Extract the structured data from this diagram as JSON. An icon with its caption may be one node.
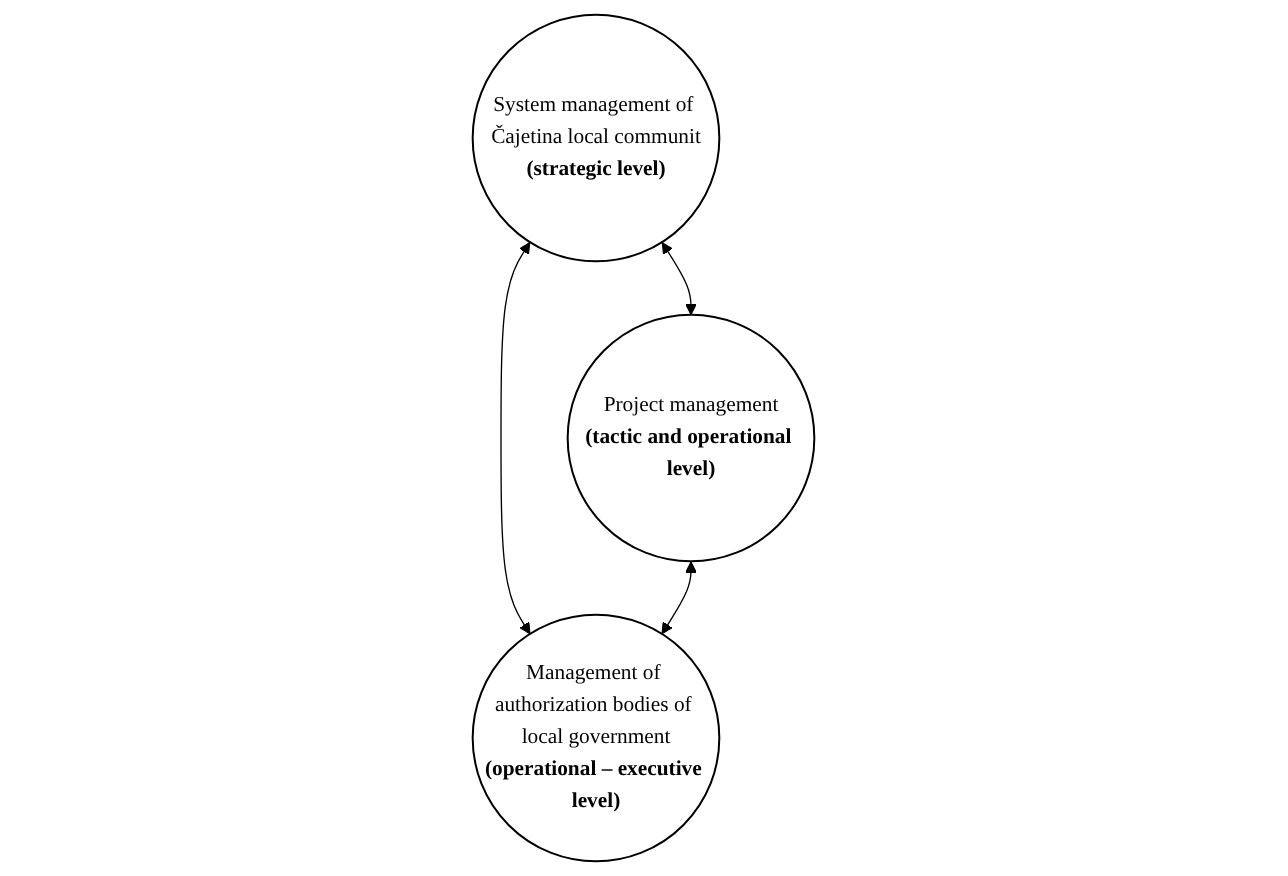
{
  "diagram": {
    "nodes": [
      {
        "text": [
          "System management of Čajetina local communit",
          "(strategic level)"
        ]
      },
      {
        "text": [
          "Project management",
          "(tactic and operational level)"
        ]
      },
      {
        "text": [
          "Management of authorization bodies of local government",
          "(operational – executive level)"
        ]
      }
    ],
    "edges": [
      {
        "from": 0,
        "to": 1,
        "arrow": "both"
      },
      {
        "from": 0,
        "to": 2,
        "arrow": "both"
      },
      {
        "from": 1,
        "to": 2,
        "arrow": "both"
      }
    ]
  }
}
